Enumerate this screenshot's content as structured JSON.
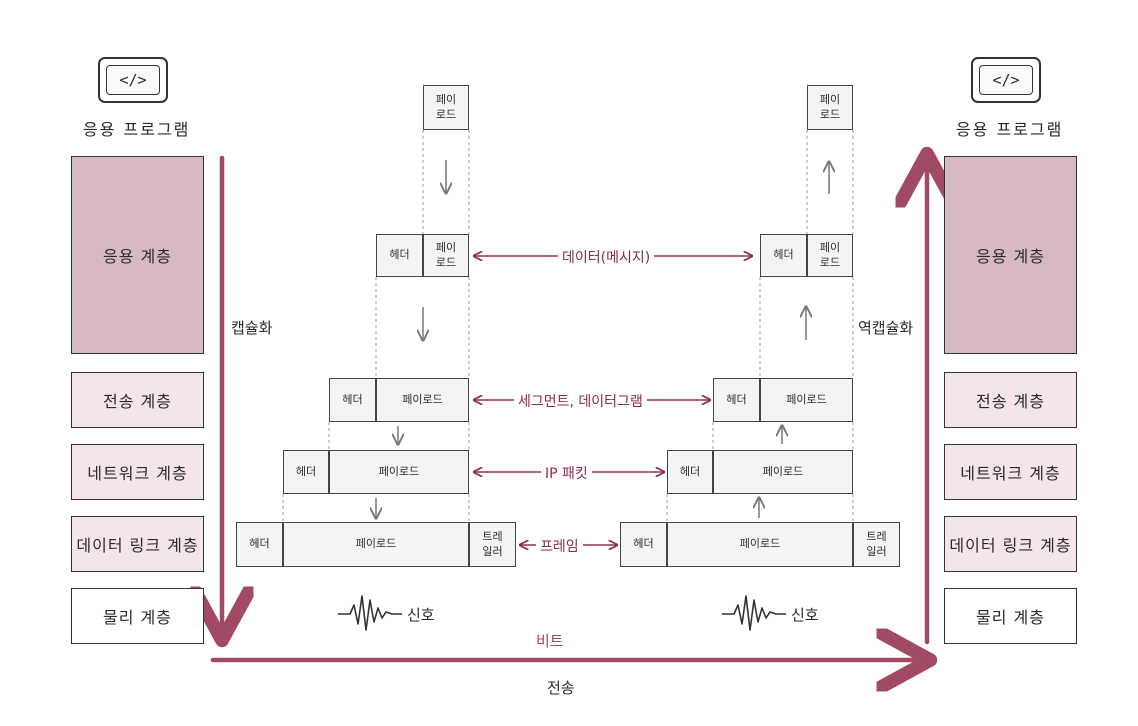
{
  "app": {
    "code_glyph": "</>",
    "label": "응용 프로그램"
  },
  "layers": [
    "응용 계층",
    "전송 계층",
    "네트워크 계층",
    "데이터 링크 계층",
    "물리 계층"
  ],
  "packet": {
    "payload_2line": "페이\n로드",
    "header": "헤더",
    "payload": "페이로드",
    "trailer": "트레\n일러"
  },
  "pdu": {
    "app": "데이터(메시지)",
    "transport": "세그먼트, 데이터그램",
    "network": "IP 패킷",
    "link": "프레임"
  },
  "labels": {
    "encapsulation": "캡슐화",
    "decapsulation": "역캡슐화",
    "signal": "신호",
    "bit": "비트",
    "transmission": "전송"
  },
  "colors": {
    "accent": "#a04a64",
    "layer_dark": "#d7b9c2",
    "layer_light": "#f3e5e9"
  }
}
